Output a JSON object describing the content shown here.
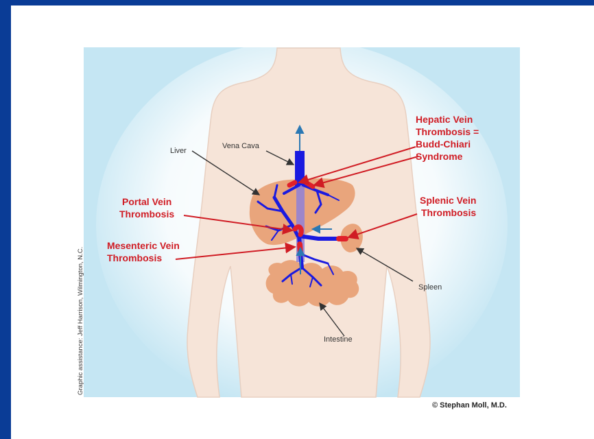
{
  "labels": {
    "liver": "Liver",
    "vena_cava": "Vena Cava",
    "hepatic": [
      "Hepatic Vein",
      "Thrombosis =",
      "Budd-Chiari",
      "Syndrome"
    ],
    "portal": [
      "Portal Vein",
      "Thrombosis"
    ],
    "splenic": [
      "Splenic Vein",
      "Thrombosis"
    ],
    "mesenteric": [
      "Mesenteric Vein",
      "Thrombosis"
    ],
    "spleen": "Spleen",
    "intestine": "Intestine"
  },
  "side_credit": "Graphic assistance: Jeff Harrison, Wilmington, N.C.",
  "copyright": "© Stephan Moll, M.D.",
  "colors": {
    "frame": "#0a3c96",
    "background_panel": "#c5e6f3",
    "body_skin": "#f6e4d8",
    "organ": "#e9a57c",
    "vein": "#1a1ae0",
    "thrombosis_label": "#d01c24",
    "arrow_blue": "#2a78b4"
  }
}
